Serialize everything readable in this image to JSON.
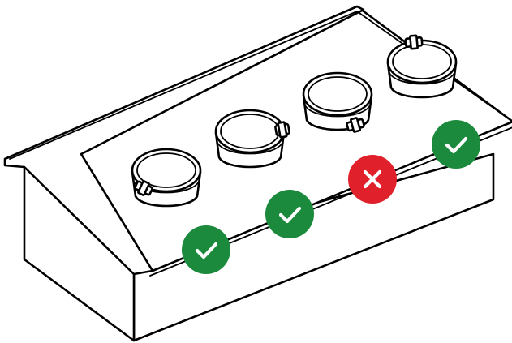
{
  "diagram": {
    "subject": "",
    "colors": {
      "line": "#000000",
      "background": "#ffffff",
      "pass": "#1b8a3c",
      "fail": "#e0202b",
      "glyph": "#ffffff"
    },
    "fittings": [
      {
        "id": "fitting-1",
        "clamp": "front-left",
        "status": "pass",
        "icon": "check-icon"
      },
      {
        "id": "fitting-2",
        "clamp": "right",
        "status": "pass",
        "icon": "check-icon"
      },
      {
        "id": "fitting-3",
        "clamp": "front-right",
        "status": "fail",
        "icon": "cross-icon"
      },
      {
        "id": "fitting-4",
        "clamp": "top-left",
        "status": "pass",
        "icon": "check-icon"
      }
    ]
  }
}
